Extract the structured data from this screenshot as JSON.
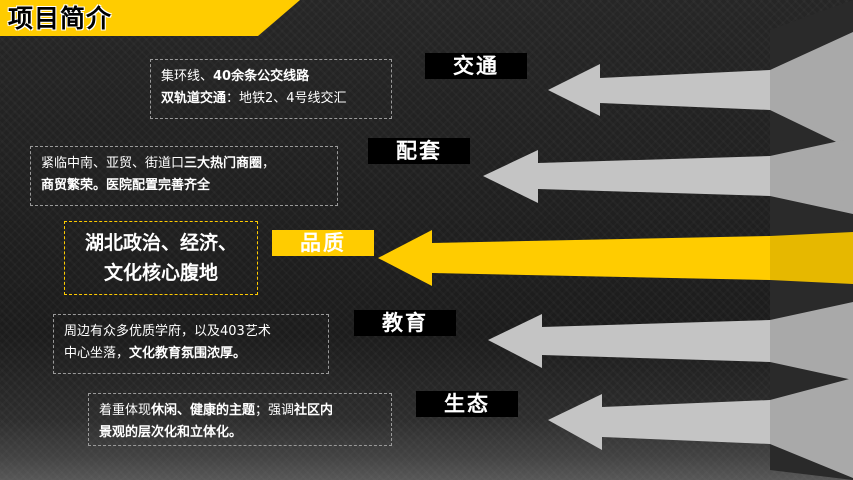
{
  "page_title": "项目简介",
  "colors": {
    "accent": "#ffcc00",
    "arrow_gray": "#c4c4c4",
    "arrow_active": "#ffcc00",
    "label_bg": "#000000"
  },
  "items": [
    {
      "label": "交通",
      "lines": [
        [
          {
            "t": "集环线、"
          },
          {
            "t": "40余条公交线路",
            "b": true
          }
        ],
        [
          {
            "t": "双轨道交通",
            "b": true
          },
          {
            "t": "：地铁2、4号线交汇"
          }
        ]
      ]
    },
    {
      "label": "配套",
      "lines": [
        [
          {
            "t": "紧临中南、亚贸、街道口"
          },
          {
            "t": "三大热门商圈",
            "b": true
          },
          {
            "t": "，"
          }
        ],
        [
          {
            "t": "商贸繁荣。医院配置完善齐全",
            "b": true
          }
        ]
      ]
    },
    {
      "label": "品质",
      "active": true,
      "lines": [
        [
          {
            "t": "湖北政治、经济、"
          }
        ],
        [
          {
            "t": "文化核心腹地"
          }
        ]
      ]
    },
    {
      "label": "教育",
      "lines": [
        [
          {
            "t": "周边有众多优质学府，以及403艺术"
          }
        ],
        [
          {
            "t": "中心坐落，"
          },
          {
            "t": "文化教育氛围浓厚。",
            "b": true
          }
        ]
      ]
    },
    {
      "label": "生态",
      "lines": [
        [
          {
            "t": "着重体现"
          },
          {
            "t": "休闲、健康的主题",
            "b": true
          },
          {
            "t": "；强调"
          },
          {
            "t": "社区内",
            "b": true
          }
        ],
        [
          {
            "t": "景观的层次化和立体化。",
            "b": true
          }
        ]
      ]
    }
  ]
}
